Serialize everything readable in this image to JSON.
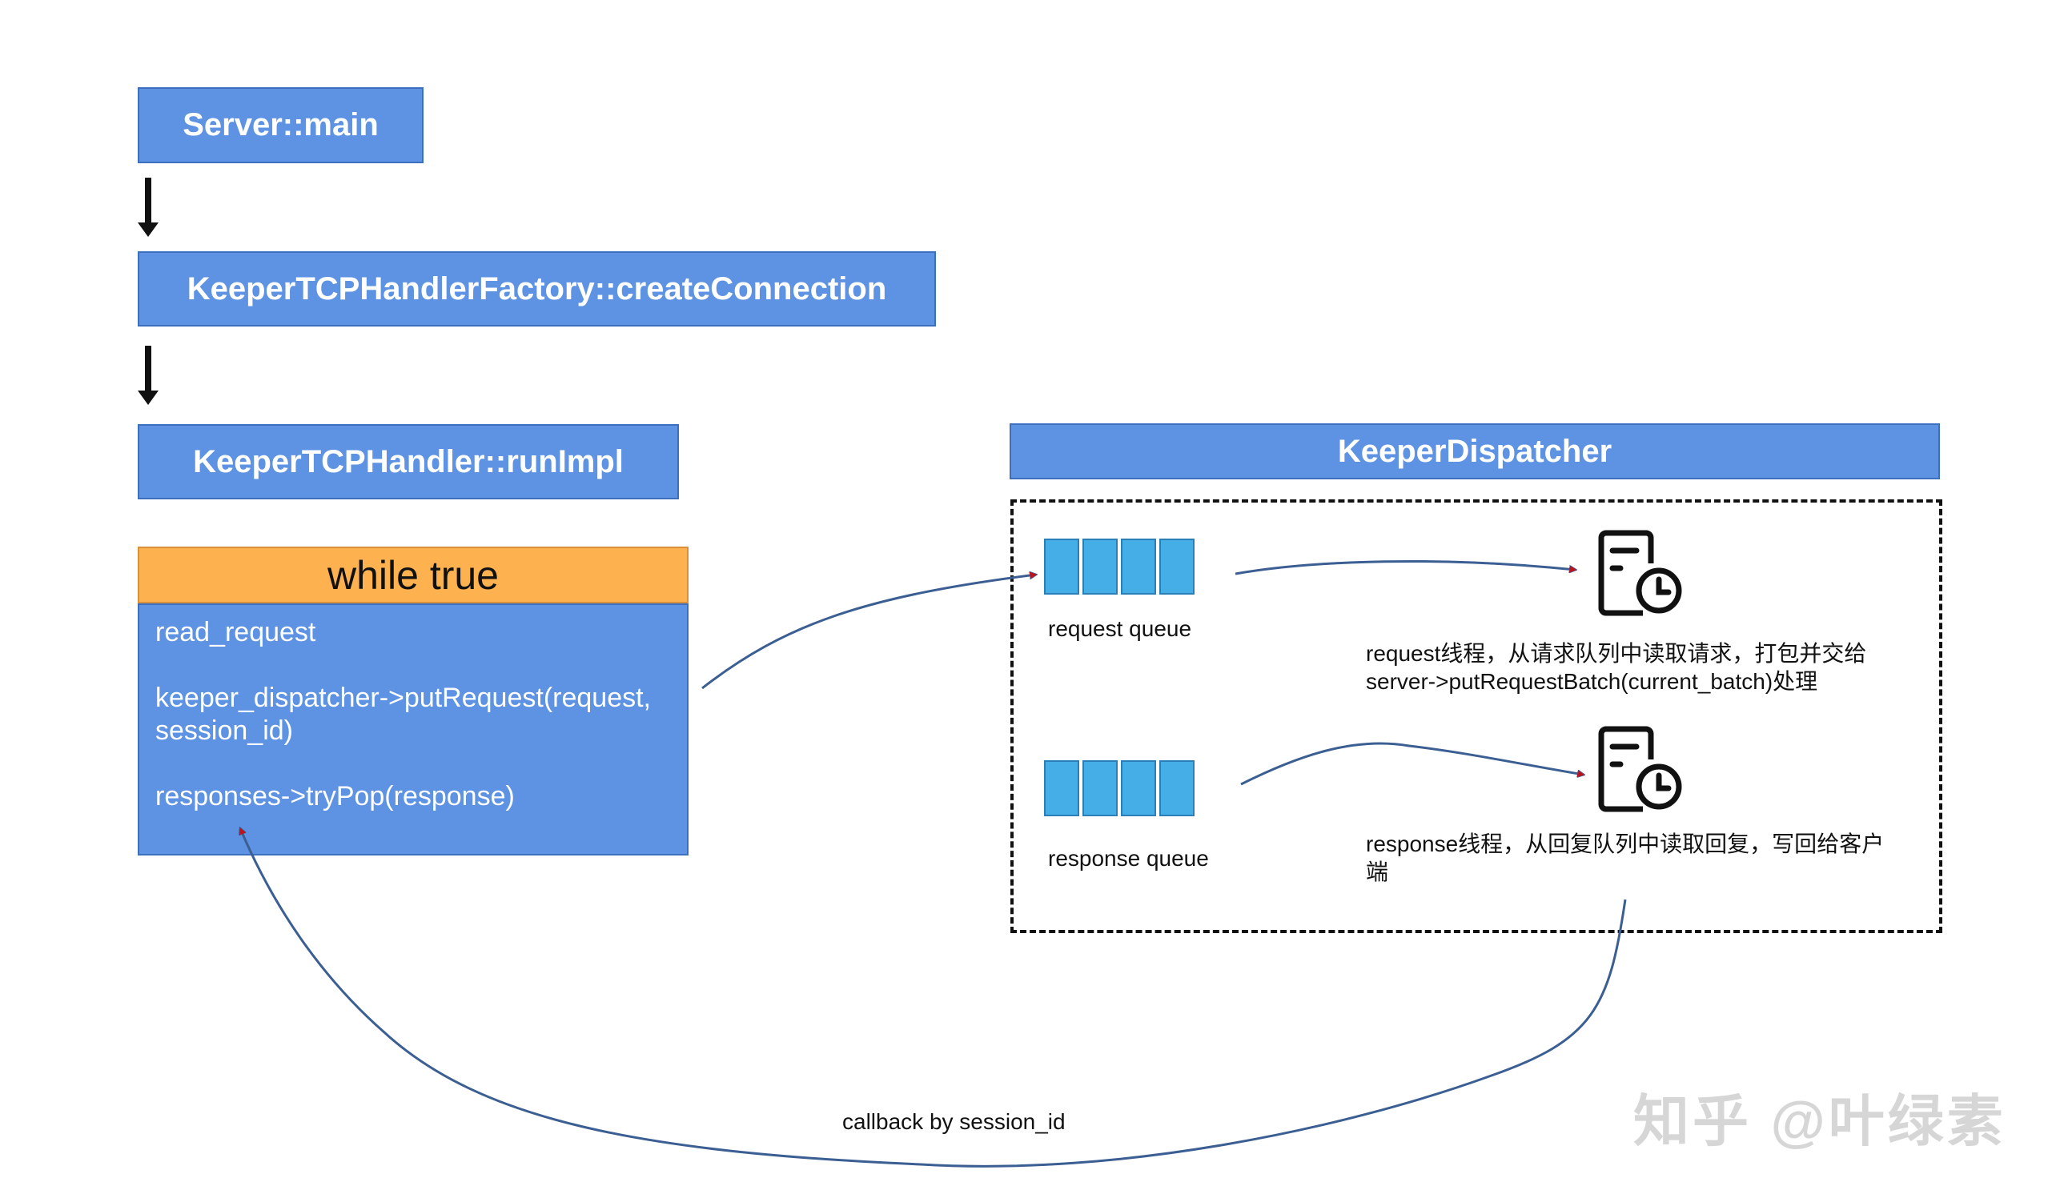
{
  "nodes": {
    "server_main": "Server::main",
    "factory": "KeeperTCPHandlerFactory::createConnection",
    "run_impl": "KeeperTCPHandler::runImpl",
    "dispatcher": "KeeperDispatcher"
  },
  "loop": {
    "header": "while true",
    "lines": [
      "read_request",
      "keeper_dispatcher->putRequest(request,",
      "session_id)",
      "responses->tryPop(response)"
    ]
  },
  "queues": {
    "request_label": "request queue",
    "response_label": "response queue"
  },
  "threads": {
    "request_line1": "request线程，从请求队列中读取请求，打包并交给",
    "request_line2": "server->putRequestBatch(current_batch)处理",
    "response_line1": "response线程，从回复队列中读取回复，写回给客户",
    "response_line2": "端"
  },
  "edges": {
    "callback_label": "callback by session_id"
  },
  "watermark": "知乎 @叶绿素",
  "colors": {
    "box_blue": "#5e93e3",
    "loop_header_orange": "#fdb24f",
    "queue_cell": "#46aee6",
    "connector": "#3b5f93",
    "arrowhead": "#c0121c"
  }
}
